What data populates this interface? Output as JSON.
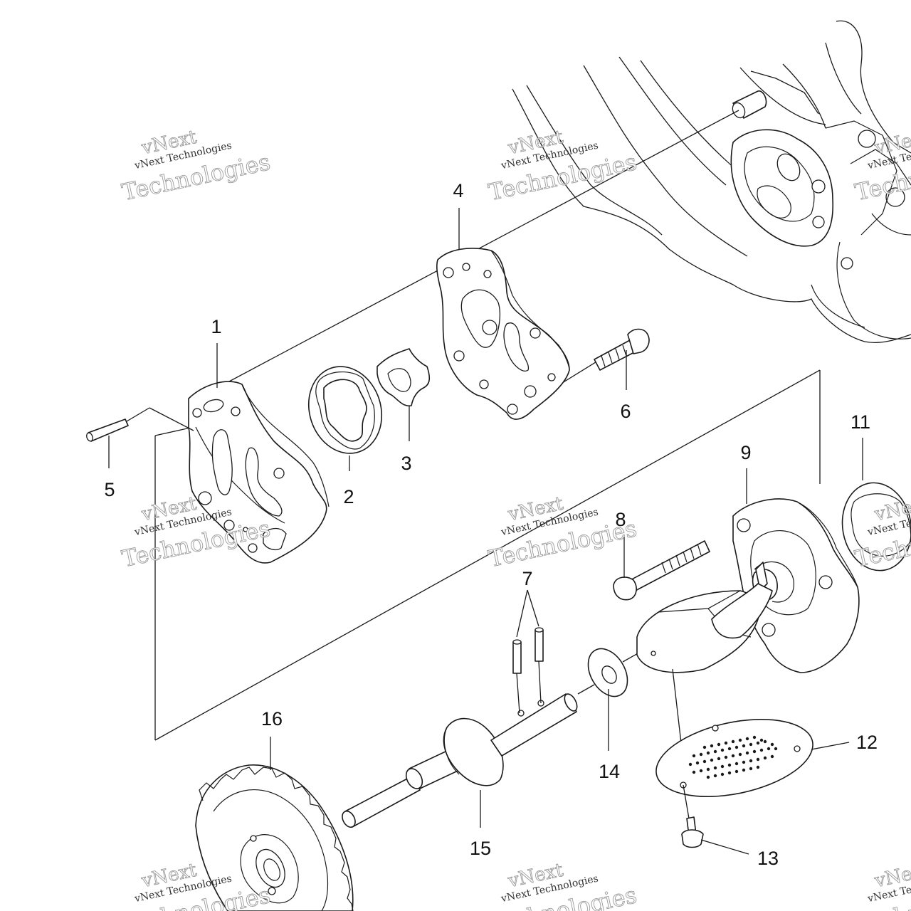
{
  "diagram": {
    "callouts": [
      {
        "id": "1",
        "text": "1"
      },
      {
        "id": "2",
        "text": "2"
      },
      {
        "id": "3",
        "text": "3"
      },
      {
        "id": "4",
        "text": "4"
      },
      {
        "id": "5",
        "text": "5"
      },
      {
        "id": "6",
        "text": "6"
      },
      {
        "id": "7",
        "text": "7"
      },
      {
        "id": "8",
        "text": "8"
      },
      {
        "id": "9",
        "text": "9"
      },
      {
        "id": "11",
        "text": "11"
      },
      {
        "id": "12",
        "text": "12"
      },
      {
        "id": "13",
        "text": "13"
      },
      {
        "id": "14",
        "text": "14"
      },
      {
        "id": "15",
        "text": "15"
      },
      {
        "id": "16",
        "text": "16"
      }
    ],
    "watermark": {
      "line_small": "vNext Technologies",
      "line_vnext": "vNext",
      "line_large": "Technologies"
    }
  }
}
